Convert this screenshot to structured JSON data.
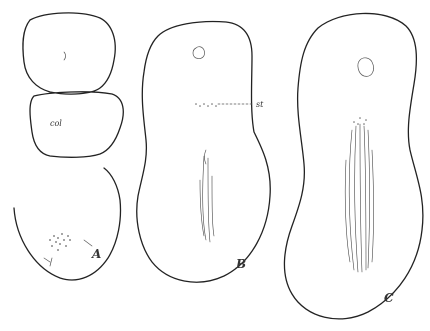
{
  "figure": {
    "panels": [
      {
        "id": "A",
        "label": "A"
      },
      {
        "id": "B",
        "label": "B"
      },
      {
        "id": "C",
        "label": "C"
      }
    ],
    "annotations": {
      "col": "col",
      "st": "st"
    }
  }
}
